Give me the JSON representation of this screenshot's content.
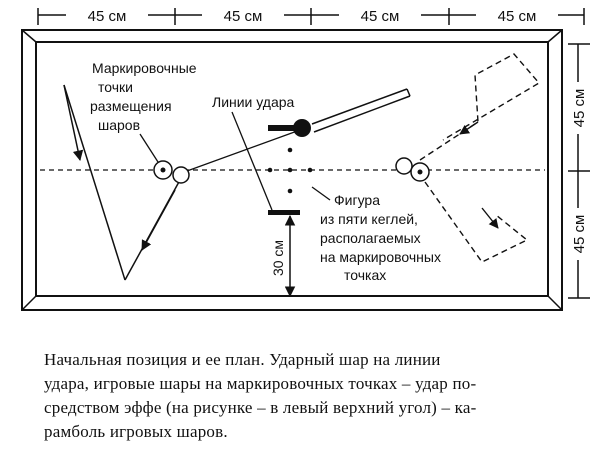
{
  "dimensions": {
    "top": [
      "45 см",
      "45 см",
      "45 см",
      "45 см"
    ],
    "right": [
      "45 см",
      "45 см"
    ],
    "inner": "30 см"
  },
  "labels": {
    "marker_points": [
      "Маркировочные",
      "точки",
      "размещения",
      "шаров"
    ],
    "strike_lines": "Линии удара",
    "figure": [
      "Фигура",
      "из пяти кеглей,",
      "располагаемых",
      "на маркировочных",
      "точках"
    ]
  },
  "caption": [
    "Начальная позиция и ее план. Ударный шар на линии",
    "удара, игровые шары на маркировочных точках – удар по-",
    "средством эффе (на рисунке – в левый верхний угол) – ка-",
    "рамболь игровых шаров."
  ]
}
